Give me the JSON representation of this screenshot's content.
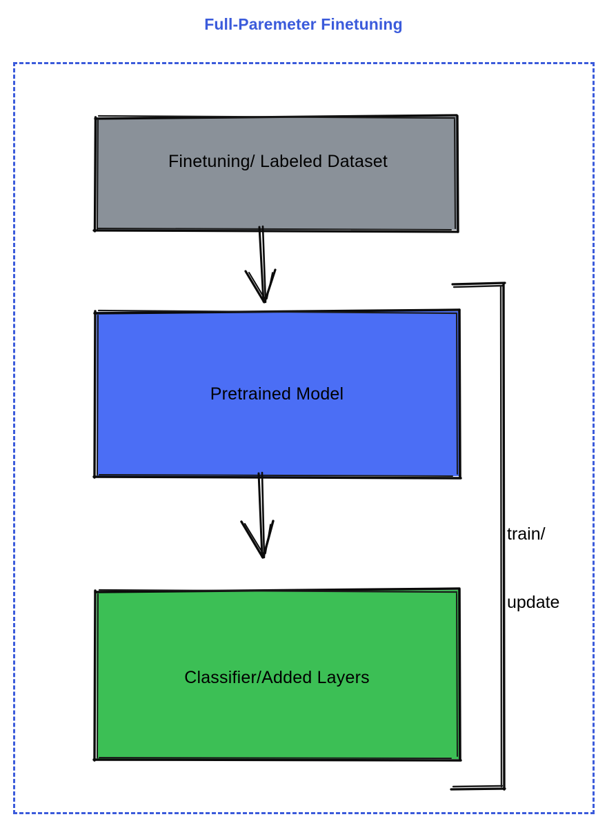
{
  "diagram": {
    "title": "Full-Paremeter Finetuning",
    "title_color": "#3b5bdb",
    "frame": {
      "style": "dashed",
      "color": "#3b5bdb"
    },
    "nodes": [
      {
        "id": "dataset",
        "label": "Finetuning/ Labeled Dataset",
        "fill": "#8a9199",
        "stroke": "#000000",
        "text_color": "#000000"
      },
      {
        "id": "model",
        "label": "Pretrained Model",
        "fill": "#4b6ef5",
        "stroke": "#000000",
        "text_color": "#000000"
      },
      {
        "id": "classifier",
        "label": "Classifier/Added Layers",
        "fill": "#3cbf55",
        "stroke": "#000000",
        "text_color": "#000000"
      }
    ],
    "edges": [
      {
        "id": "dataset-to-model",
        "from": "dataset",
        "to": "model",
        "label": "",
        "style": "arrow-down"
      },
      {
        "id": "model-to-classifier",
        "from": "model",
        "to": "classifier",
        "label": "",
        "style": "arrow-down"
      },
      {
        "id": "feedback-loop",
        "from": "classifier",
        "to": "model",
        "label": "train/\nupdate",
        "style": "bracket-right"
      }
    ],
    "feedback_label_line1": "train/",
    "feedback_label_line2": "update"
  }
}
